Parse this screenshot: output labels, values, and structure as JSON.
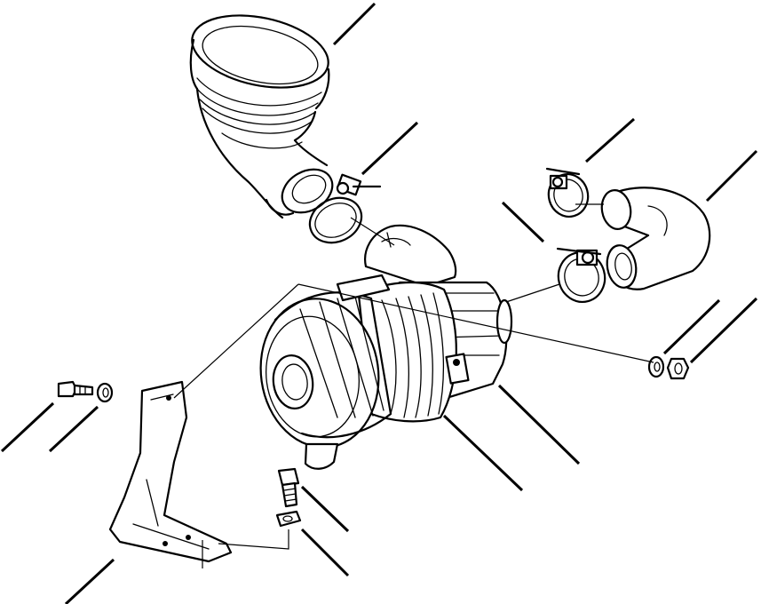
{
  "figure": {
    "subject": "air-cleaner-assembly",
    "background": "#ffffff",
    "ink": "#000000"
  },
  "parts": [
    {
      "name": "elbow-inlet-hose"
    },
    {
      "name": "hose-clamp-inlet"
    },
    {
      "name": "hose-clamp-outlet-upper"
    },
    {
      "name": "outlet-elbow-hose"
    },
    {
      "name": "hose-clamp-outlet-lower"
    },
    {
      "name": "air-cleaner-housing"
    },
    {
      "name": "mounting-band"
    },
    {
      "name": "support-bracket"
    },
    {
      "name": "capscrew-left"
    },
    {
      "name": "washer-left"
    },
    {
      "name": "capscrew-lower"
    },
    {
      "name": "nut-lower"
    },
    {
      "name": "washer-right"
    },
    {
      "name": "nut-right"
    }
  ]
}
